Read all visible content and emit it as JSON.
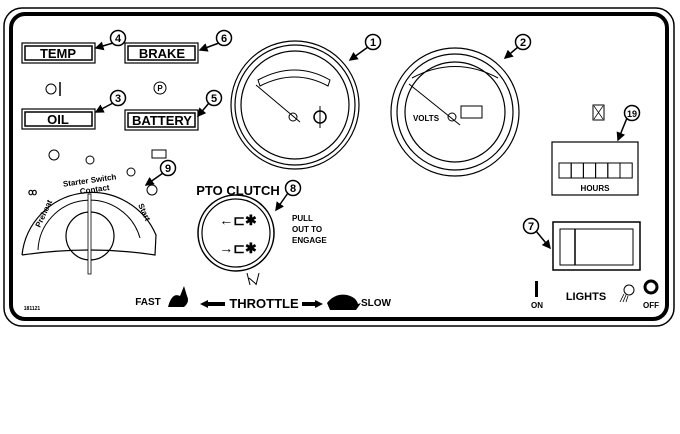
{
  "indicators": {
    "temp": "TEMP",
    "brake": "BRAKE",
    "oil": "OIL",
    "battery": "BATTERY"
  },
  "callouts": [
    "1",
    "2",
    "3",
    "4",
    "5",
    "6",
    "7",
    "8",
    "9",
    "19"
  ],
  "voltmeter": {
    "label": "VOLTS"
  },
  "hour_meter": {
    "label": "HOURS"
  },
  "key_switch": {
    "preheat": "Preheat",
    "title_line1": "Starter Switch",
    "title_line2": "Contact",
    "start": "Start"
  },
  "pto": {
    "title": "PTO CLUTCH",
    "instr_1": "PULL",
    "instr_2": "OUT TO",
    "instr_3": "ENGAGE"
  },
  "throttle": {
    "fast": "FAST",
    "label": "THROTTLE",
    "slow": "SLOW"
  },
  "lights": {
    "label": "LIGHTS",
    "on": "ON",
    "off": "OFF"
  },
  "figure_id": "181121"
}
